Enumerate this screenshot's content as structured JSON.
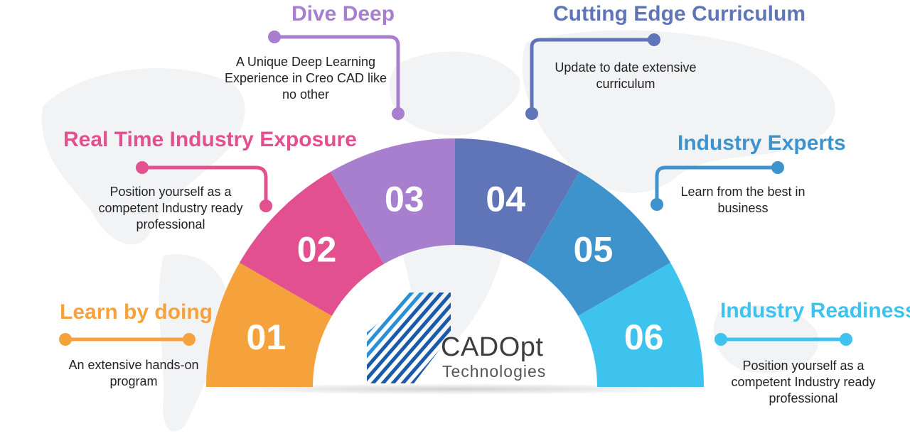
{
  "colors": {
    "s01": "#f6a23c",
    "s02": "#e3508f",
    "s03": "#a87fcf",
    "s04": "#5f75b8",
    "s05": "#3f93cc",
    "s06": "#3ec3ee"
  },
  "items": [
    {
      "num": "01",
      "title": "Learn by doing",
      "desc": "An extensive hands-on program",
      "color_key": "s01"
    },
    {
      "num": "02",
      "title": "Real Time Industry Exposure",
      "desc": "Position yourself as a competent Industry ready professional",
      "color_key": "s02"
    },
    {
      "num": "03",
      "title": "Dive Deep",
      "desc": "A Unique Deep Learning Experience in Creo CAD like no other",
      "color_key": "s03"
    },
    {
      "num": "04",
      "title": "Cutting Edge Curriculum",
      "desc": "Update to date extensive curriculum",
      "color_key": "s04"
    },
    {
      "num": "05",
      "title": "Industry Experts",
      "desc": "Learn from the best in business",
      "color_key": "s05"
    },
    {
      "num": "06",
      "title": "Industry Readiness",
      "desc": "Position yourself as a competent Industry ready professional",
      "color_key": "s06"
    }
  ],
  "logo": {
    "name": "CADOpt",
    "subtitle": "Technologies",
    "icon": "striped-cad-logo-icon"
  }
}
